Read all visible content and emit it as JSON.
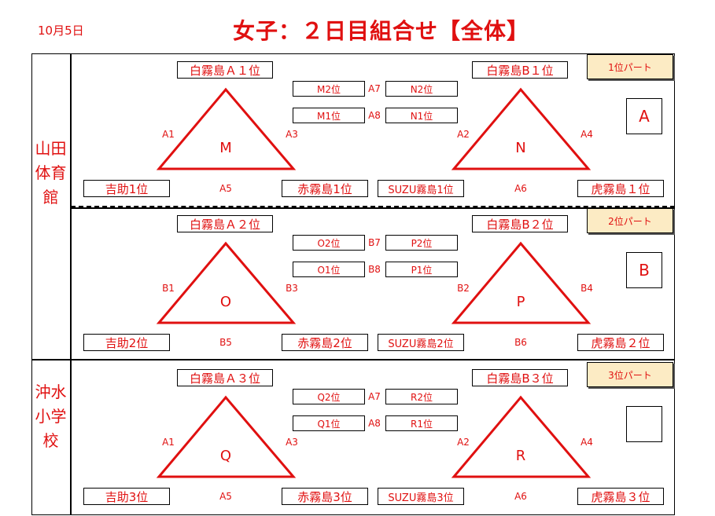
{
  "header": {
    "date": "10月5日",
    "title": "女子：２日目組合せ【全体】"
  },
  "venues": {
    "v1": "山田体育館",
    "v2": "沖水小学校"
  },
  "colors": {
    "red": "#e01010",
    "part_bg": "#fcebc4"
  },
  "sections": [
    {
      "part": "1位パート",
      "group": "A",
      "left": {
        "letter": "M",
        "top": "白霧島Ａ１位",
        "bl": "吉助1位",
        "br": "赤霧島1位",
        "gl": "A1",
        "gr": "A3",
        "gb": "A5"
      },
      "right": {
        "letter": "N",
        "top": "白霧島B１位",
        "bl": "SUZU霧島1位",
        "br": "虎霧島１位",
        "gl": "A2",
        "gr": "A4",
        "gb": "A6"
      },
      "m1": {
        "l": "M2位",
        "g": "A7",
        "r": "N2位"
      },
      "m2": {
        "l": "M1位",
        "g": "A8",
        "r": "N1位"
      }
    },
    {
      "part": "2位パート",
      "group": "B",
      "left": {
        "letter": "O",
        "top": "白霧島Ａ２位",
        "bl": "吉助2位",
        "br": "赤霧島2位",
        "gl": "B1",
        "gr": "B3",
        "gb": "B5"
      },
      "right": {
        "letter": "P",
        "top": "白霧島B２位",
        "bl": "SUZU霧島2位",
        "br": "虎霧島２位",
        "gl": "B2",
        "gr": "B4",
        "gb": "B6"
      },
      "m1": {
        "l": "O2位",
        "g": "B7",
        "r": "P2位"
      },
      "m2": {
        "l": "O1位",
        "g": "B8",
        "r": "P1位"
      }
    },
    {
      "part": "3位パート",
      "group": "",
      "left": {
        "letter": "Q",
        "top": "白霧島Ａ３位",
        "bl": "吉助3位",
        "br": "赤霧島3位",
        "gl": "A1",
        "gr": "A3",
        "gb": "A5"
      },
      "right": {
        "letter": "R",
        "top": "白霧島B３位",
        "bl": "SUZU霧島3位",
        "br": "虎霧島３位",
        "gl": "A2",
        "gr": "A4",
        "gb": "A6"
      },
      "m1": {
        "l": "Q2位",
        "g": "A7",
        "r": "R2位"
      },
      "m2": {
        "l": "Q1位",
        "g": "A8",
        "r": "R1位"
      }
    }
  ]
}
